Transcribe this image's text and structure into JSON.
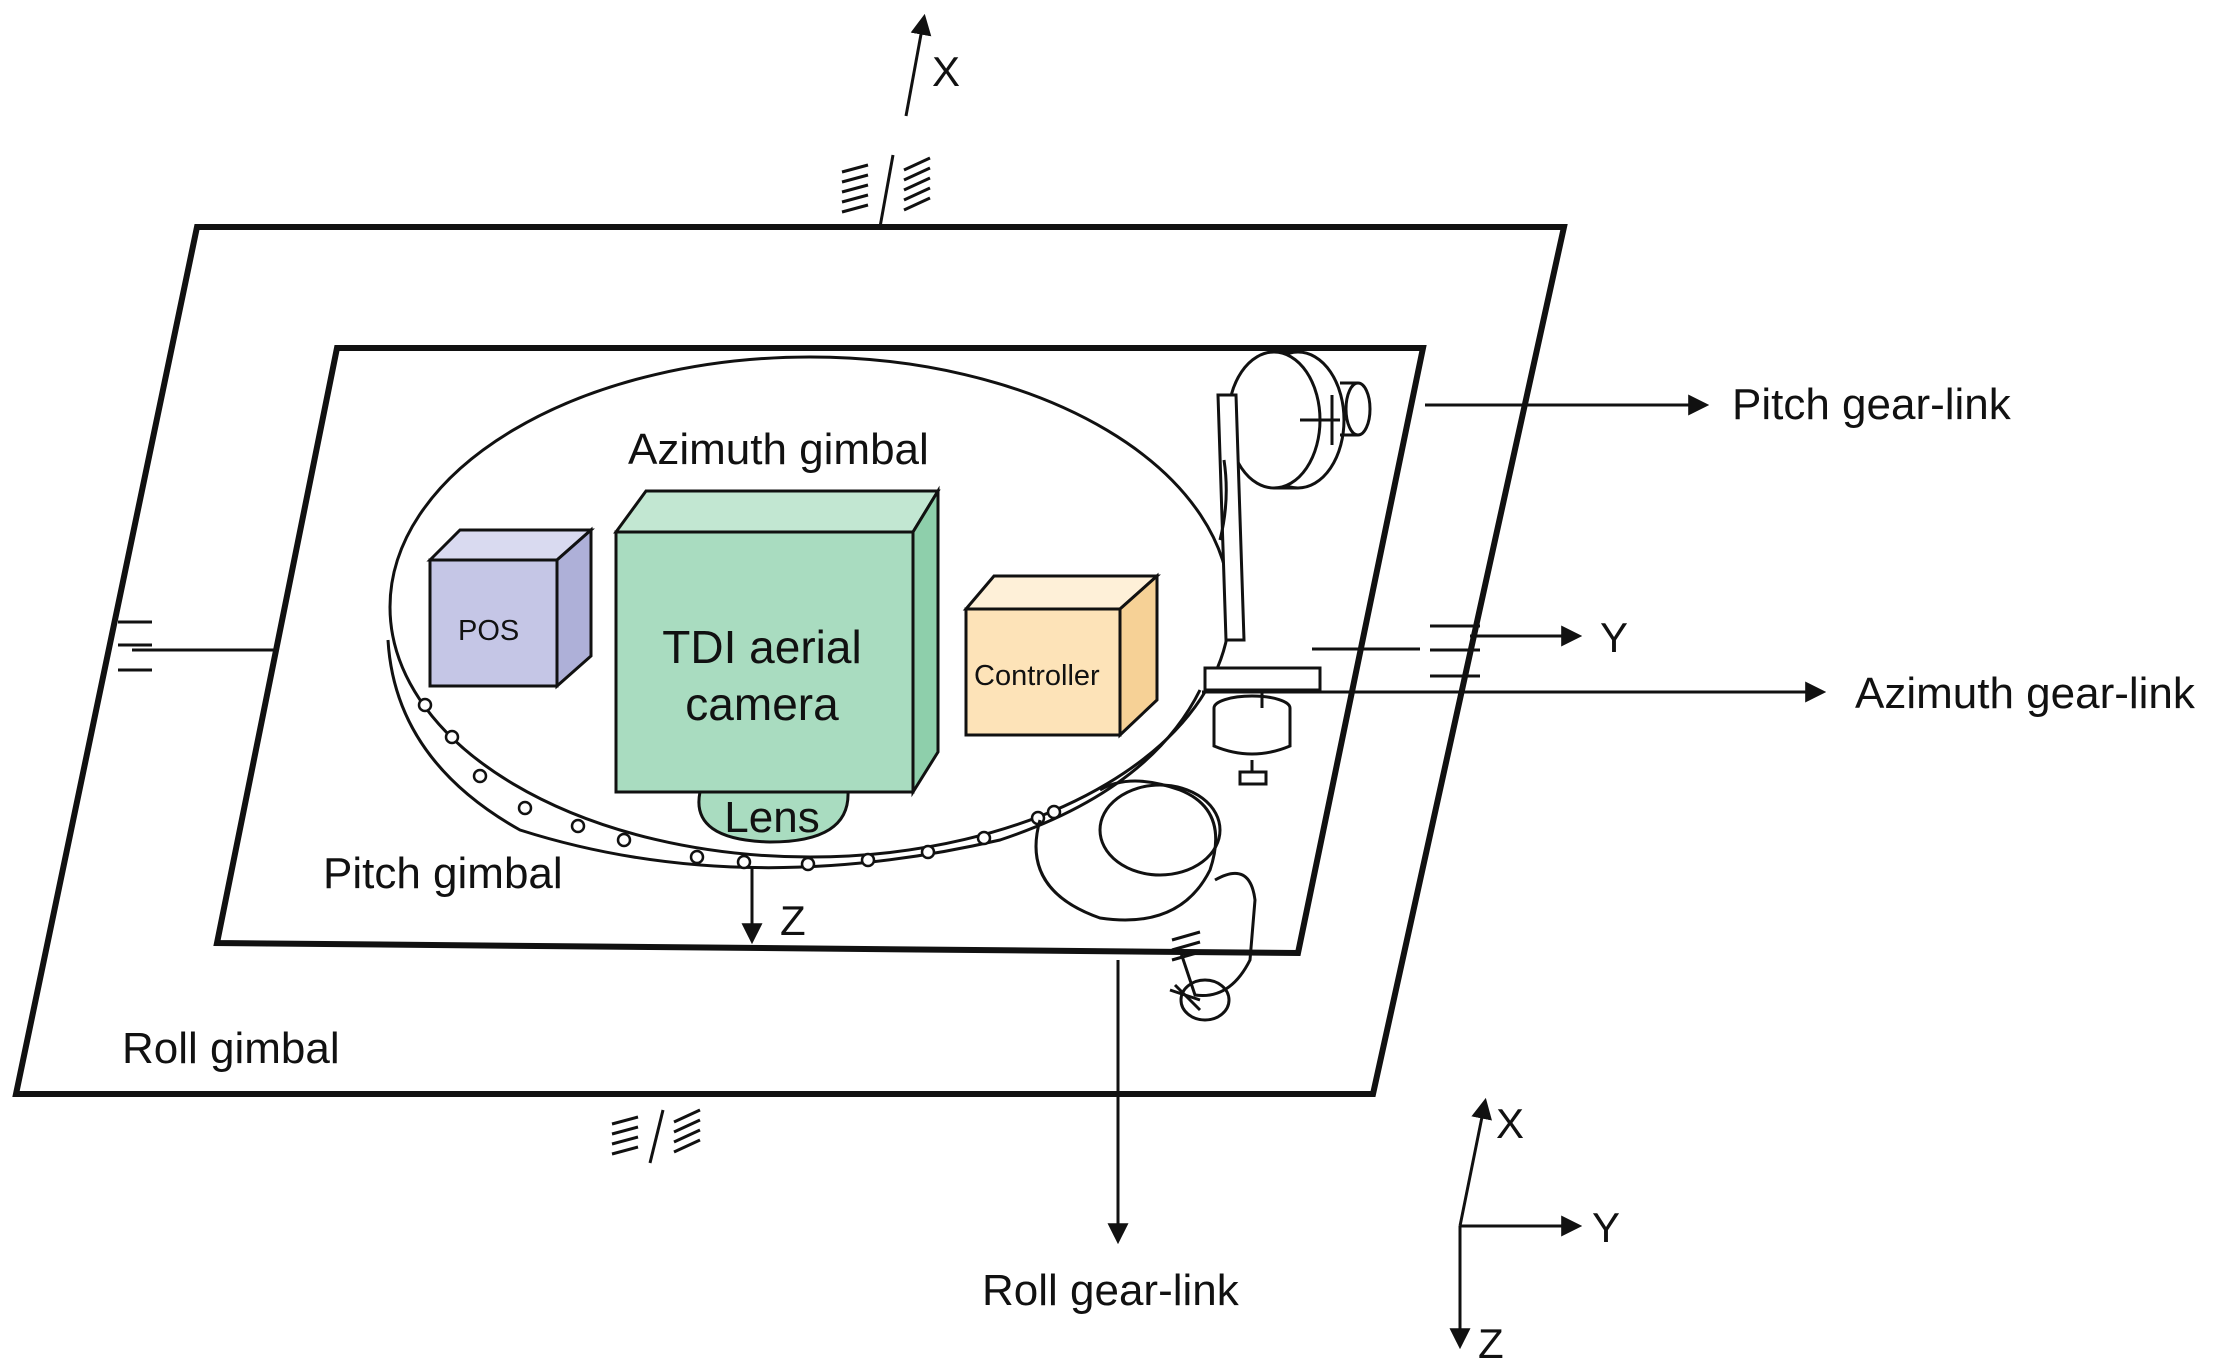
{
  "labels": {
    "azimuth_gimbal": "Azimuth gimbal",
    "pitch_gimbal": "Pitch gimbal",
    "roll_gimbal": "Roll gimbal",
    "pos": "POS",
    "camera_line1": "TDI aerial",
    "camera_line2": "camera",
    "controller": "Controller",
    "lens": "Lens",
    "pitch_gear_link": "Pitch gear-link",
    "azimuth_gear_link": "Azimuth gear-link",
    "roll_gear_link": "Roll gear-link"
  },
  "axes": {
    "x": "X",
    "y": "Y",
    "z": "Z"
  },
  "colors": {
    "pos_box": "#c5c6e6",
    "camera_box": "#a9dcc0",
    "controller_box": "#fde3b8",
    "line": "#111111"
  }
}
